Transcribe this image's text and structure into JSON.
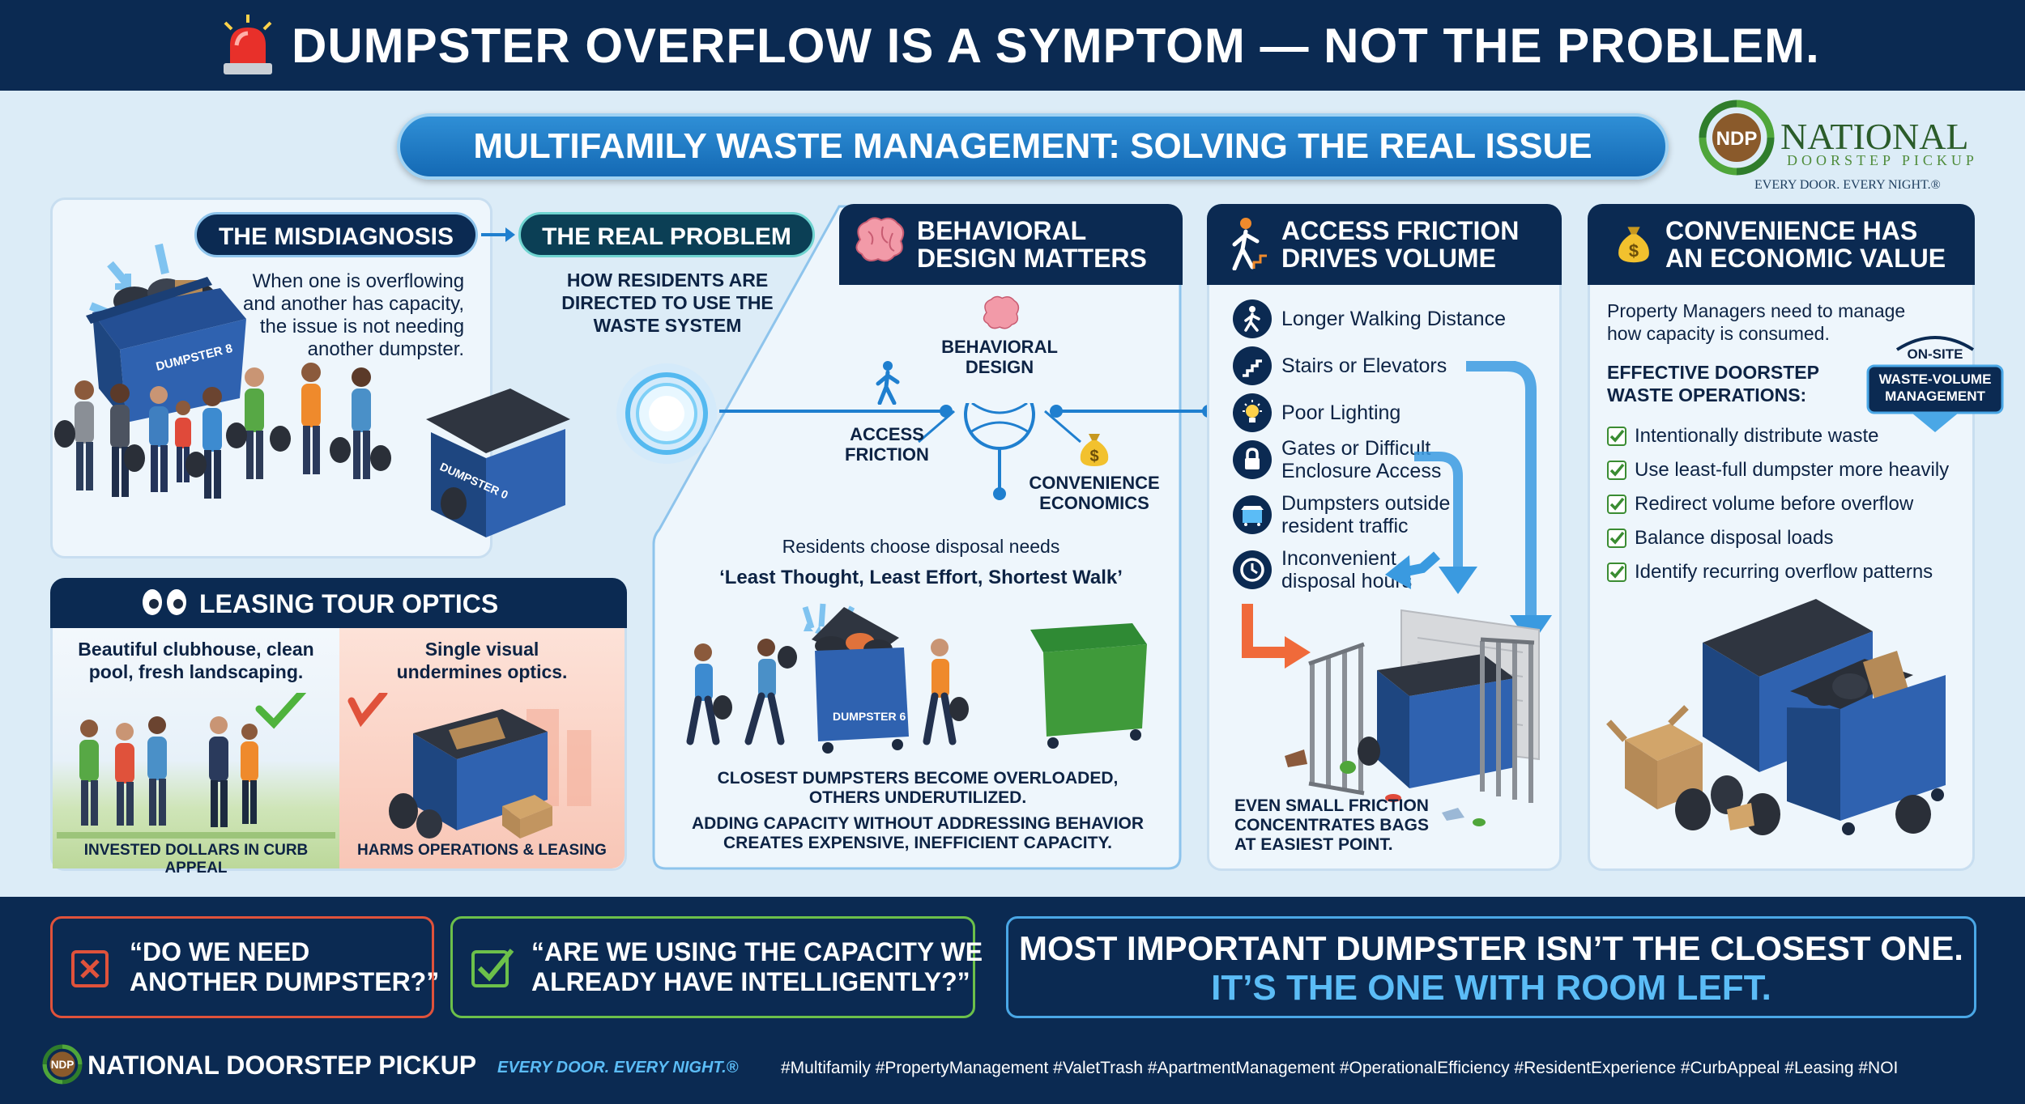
{
  "header": {
    "title": "DUMPSTER OVERFLOW IS A SYMPTOM — NOT THE PROBLEM.",
    "subtitle": "MULTIFAMILY WASTE MANAGEMENT: SOLVING THE REAL ISSUE"
  },
  "logo": {
    "badge": "NDP",
    "name": "NATIONAL",
    "sub": "DOORSTEP PICKUP",
    "tagline": "EVERY DOOR. EVERY NIGHT.®"
  },
  "misdiagnosis": {
    "title": "THE MISDIAGNOSIS",
    "text_lines": [
      "When one is overflowing",
      "and another has capacity,",
      "the issue is not needing",
      "another dumpster."
    ],
    "dumpster_a": "DUMPSTER 8",
    "dumpster_b": "DUMPSTER 0"
  },
  "real_problem": {
    "title": "THE REAL PROBLEM",
    "text_lines": [
      "HOW RESIDENTS ARE",
      "DIRECTED TO USE THE",
      "WASTE SYSTEM"
    ]
  },
  "behavioral": {
    "title_lines": [
      "BEHAVIORAL",
      "DESIGN MATTERS"
    ],
    "center_label_lines": [
      "BEHAVIORAL",
      "DESIGN"
    ],
    "access_label_lines": [
      "ACCESS",
      "FRICTION"
    ],
    "econ_label_lines": [
      "CONVENIENCE",
      "ECONOMICS"
    ],
    "choose_text": "Residents choose disposal needs",
    "quote": "‘Least Thought, Least Effort, Shortest Walk’",
    "dumpster_label": "DUMPSTER 6",
    "bottom_lines": [
      "CLOSEST DUMPSTERS BECOME OVERLOADED,",
      "OTHERS UNDERUTILIZED.",
      "ADDING CAPACITY WITHOUT ADDRESSING BEHAVIOR",
      "CREATES EXPENSIVE, INEFFICIENT CAPACITY."
    ]
  },
  "access": {
    "title_lines": [
      "ACCESS FRICTION",
      "DRIVES VOLUME"
    ],
    "items": [
      {
        "icon": "walking-person-icon",
        "lines": [
          "Longer Walking Distance"
        ]
      },
      {
        "icon": "stairs-icon",
        "lines": [
          "Stairs or Elevators"
        ]
      },
      {
        "icon": "lightbulb-icon",
        "lines": [
          "Poor Lighting"
        ]
      },
      {
        "icon": "lock-icon",
        "lines": [
          "Gates or Difficult",
          "Enclosure Access"
        ]
      },
      {
        "icon": "dumpster-icon",
        "lines": [
          "Dumpsters outside",
          "resident traffic"
        ]
      },
      {
        "icon": "clock-icon",
        "lines": [
          "Inconvenient",
          "disposal hours"
        ]
      }
    ],
    "bottom_lines": [
      "EVEN SMALL FRICTION",
      "CONCENTRATES BAGS",
      "AT EASIEST POINT."
    ]
  },
  "convenience": {
    "title_lines": [
      "CONVENIENCE HAS",
      "AN ECONOMIC VALUE"
    ],
    "intro_lines": [
      "Property Managers need to manage",
      "how capacity is consumed."
    ],
    "ops_title_lines": [
      "EFFECTIVE DOORSTEP",
      "WASTE OPERATIONS:"
    ],
    "badge_top": "ON-SITE",
    "badge_lines": [
      "WASTE-VOLUME",
      "MANAGEMENT"
    ],
    "checklist": [
      "Intentionally distribute waste",
      "Use least-full dumpster more heavily",
      "Redirect volume before overflow",
      "Balance disposal loads",
      "Identify recurring overflow patterns"
    ]
  },
  "leasing": {
    "title": "LEASING TOUR OPTICS",
    "left_lines": [
      "Beautiful clubhouse, clean",
      "pool, fresh landscaping."
    ],
    "left_caption": "INVESTED DOLLARS IN CURB APPEAL",
    "right_lines": [
      "Single visual",
      "undermines optics."
    ],
    "right_caption": "HARMS OPERATIONS & LEASING"
  },
  "bottom": {
    "q1_lines": [
      "“DO WE NEED",
      "ANOTHER DUMPSTER?”"
    ],
    "q2_lines": [
      "“ARE WE USING THE CAPACITY WE",
      "ALREADY HAVE INTELLIGENTLY?”"
    ],
    "main_line1": "MOST IMPORTANT DUMPSTER ISN’T THE CLOSEST ONE.",
    "main_line2": "IT’S THE ONE WITH ROOM LEFT."
  },
  "footer": {
    "badge": "NDP",
    "name": "NATIONAL DOORSTEP PICKUP",
    "tagline": "EVERY DOOR. EVERY NIGHT.®",
    "hashtags": "#Multifamily #PropertyManagement #ValetTrash #ApartmentManagement #OperationalEfficiency #ResidentExperience #CurbAppeal #Leasing #NOI"
  },
  "colors": {
    "navy": "#0b2a52",
    "accent_blue": "#1f7fcf",
    "light_blue": "#5bbcf6",
    "green": "#6cc04a",
    "red": "#e0523b",
    "dumpster_blue": "#2f62b0",
    "dumpster_green": "#3f9a3a"
  }
}
